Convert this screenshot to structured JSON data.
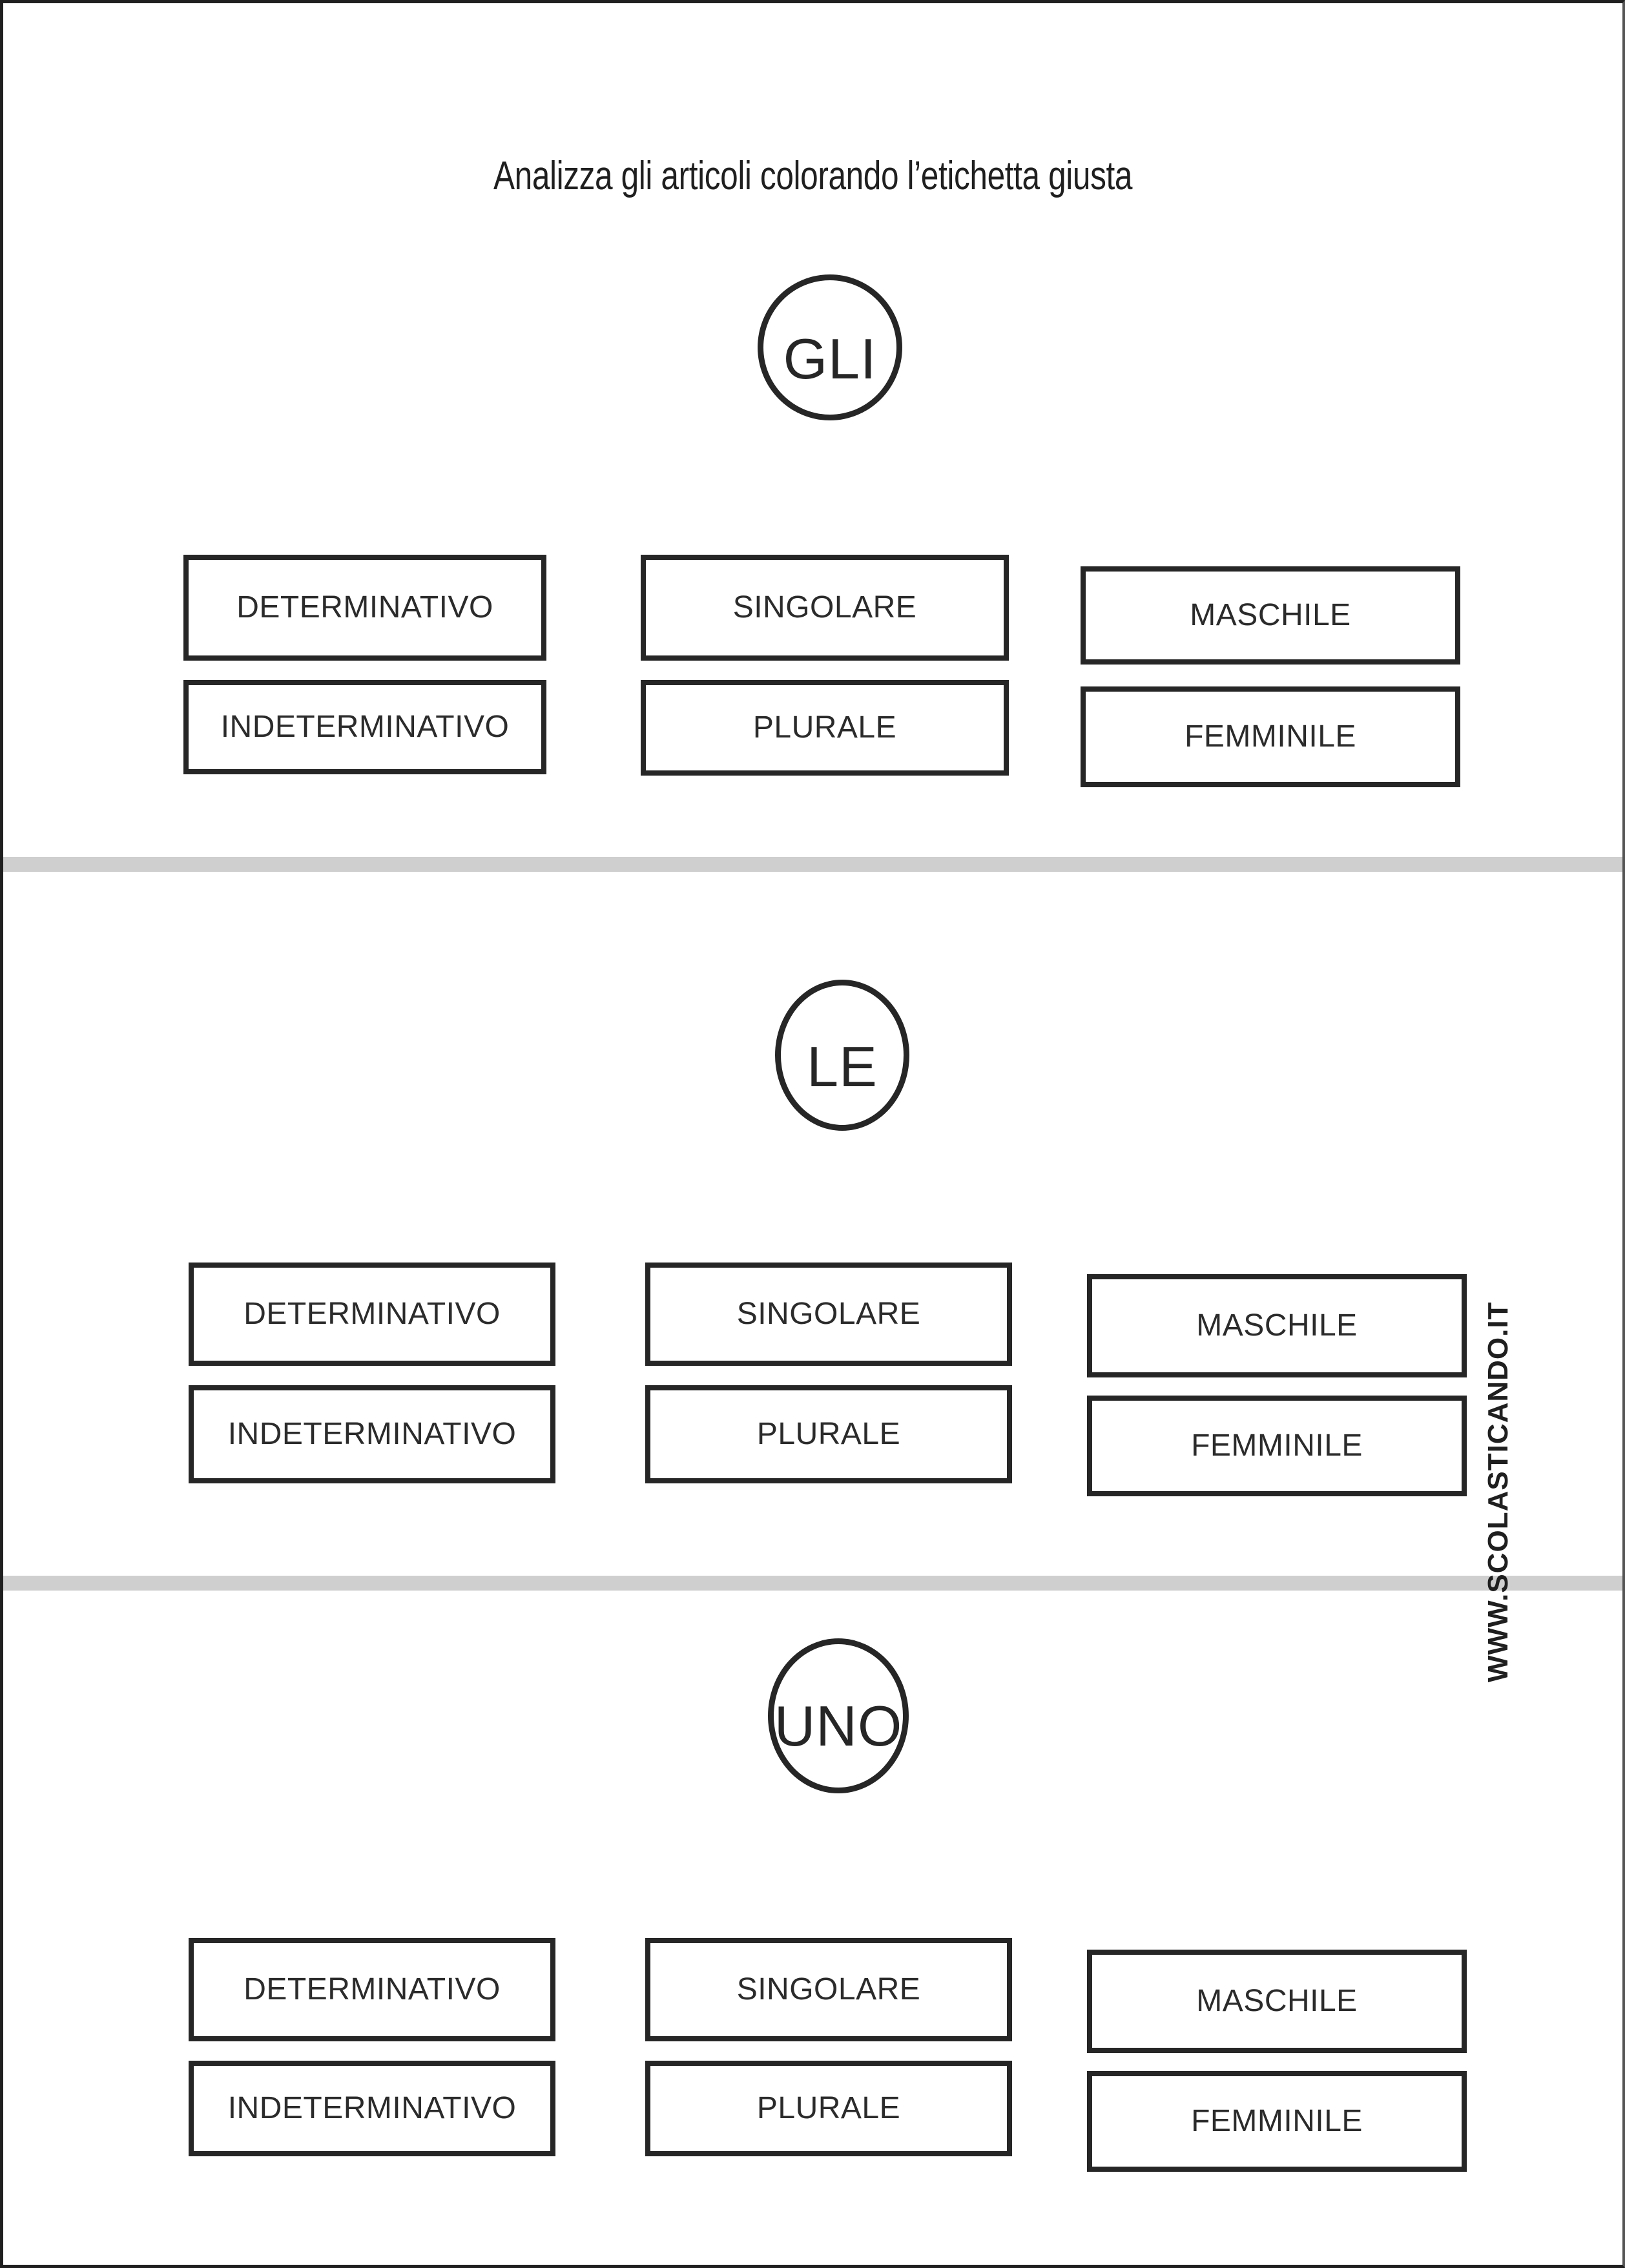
{
  "page": {
    "title": "Analizza gli articoli colorando l’etichetta giusta",
    "watermark": "WWW.SCOLASTICANDO.IT",
    "ink_color": "#262626",
    "divider_color": "#cfcfcf",
    "background": "#ffffff"
  },
  "labels": {
    "determinativo": "DETERMINATIVO",
    "indeterminativo": "INDETERMINATIVO",
    "singolare": "SINGOLARE",
    "plurale": "PLURALE",
    "maschile": "MASCHILE",
    "femminile": "FEMMINILE"
  },
  "exercises": [
    {
      "article": "GLI",
      "options": {
        "column_1": [
          "DETERMINATIVO",
          "INDETERMINATIVO"
        ],
        "column_2": [
          "SINGOLARE",
          "PLURALE"
        ],
        "column_3": [
          "MASCHILE",
          "FEMMINILE"
        ]
      }
    },
    {
      "article": "LE",
      "options": {
        "column_1": [
          "DETERMINATIVO",
          "INDETERMINATIVO"
        ],
        "column_2": [
          "SINGOLARE",
          "PLURALE"
        ],
        "column_3": [
          "MASCHILE",
          "FEMMINILE"
        ]
      }
    },
    {
      "article": "UNO",
      "options": {
        "column_1": [
          "DETERMINATIVO",
          "INDETERMINATIVO"
        ],
        "column_2": [
          "SINGOLARE",
          "PLURALE"
        ],
        "column_3": [
          "MASCHILE",
          "FEMMINILE"
        ]
      }
    }
  ]
}
